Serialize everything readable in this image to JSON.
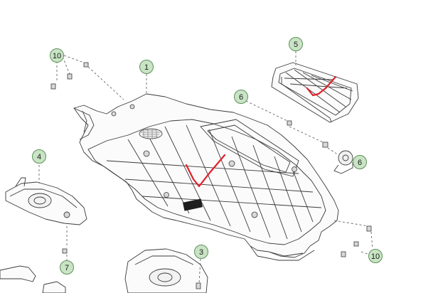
{
  "callouts": [
    {
      "id": "c10a",
      "label": "10"
    },
    {
      "id": "c1",
      "label": "1"
    },
    {
      "id": "c5",
      "label": "5"
    },
    {
      "id": "c6a",
      "label": "6"
    },
    {
      "id": "c6b",
      "label": "6"
    },
    {
      "id": "c4",
      "label": "4"
    },
    {
      "id": "c7",
      "label": "7"
    },
    {
      "id": "c3",
      "label": "3"
    },
    {
      "id": "c10b",
      "label": "10"
    }
  ],
  "colors": {
    "callout_fill": "#c9e4c5",
    "callout_stroke": "#5f8f5a",
    "line_art": "#3a3a3a",
    "check_mark": "#e0202a"
  }
}
